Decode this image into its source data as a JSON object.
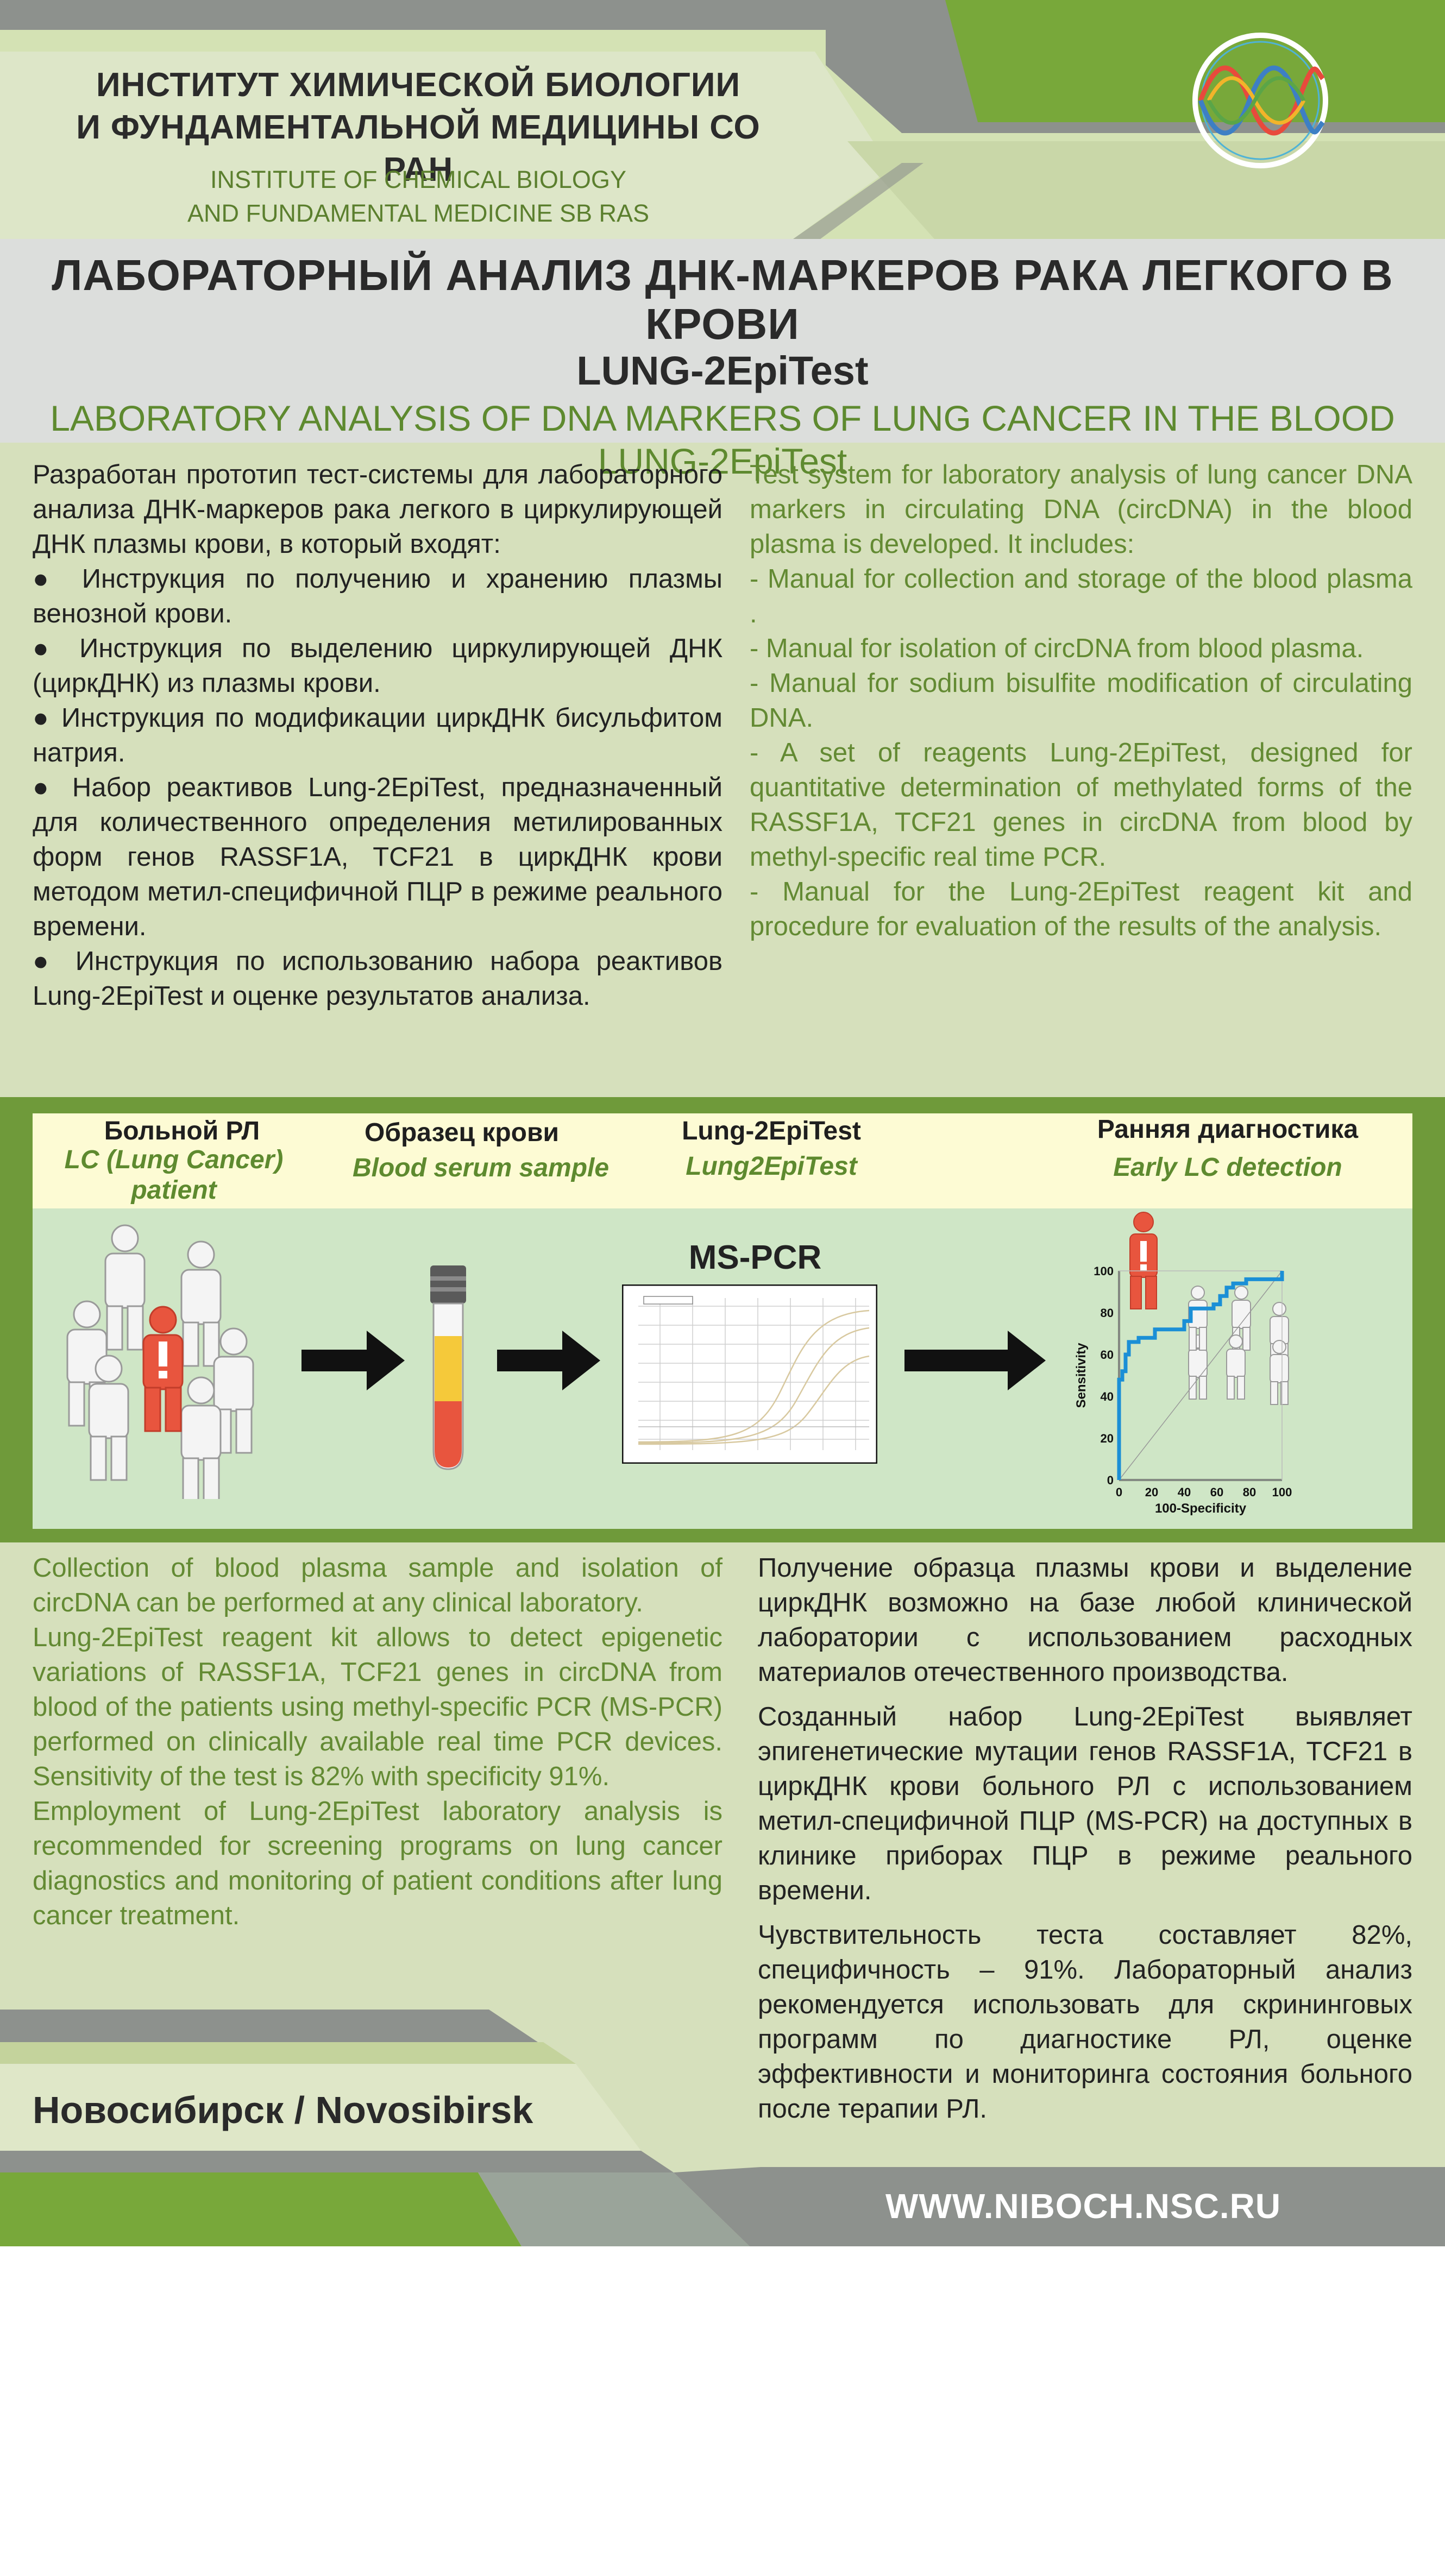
{
  "header": {
    "institute_ru_line1": "ИНСТИТУТ ХИМИЧЕСКОЙ БИОЛОГИИ",
    "institute_ru_line2": "И ФУНДАМЕНТАЛЬНОЙ МЕДИЦИНЫ СО РАН",
    "institute_en_line1": "INSTITUTE OF CHEMICAL BIOLOGY",
    "institute_en_line2": "AND FUNDAMENTAL MEDICINE SB RAS"
  },
  "title": {
    "ru_line1": "ЛАБОРАТОРНЫЙ АНАЛИЗ ДНК-МАРКЕРОВ РАКА ЛЕГКОГО В КРОВИ",
    "ru_line2": "LUNG-2EpiTest",
    "en_line1": "LABORATORY ANALYSIS OF DNA MARKERS OF LUNG CANCER IN THE BLOOD",
    "en_line2": "LUNG-2EpiTest"
  },
  "intro_ru": {
    "lead": "Разработан прототип тест-системы для лабораторного анализа ДНК-маркеров рака легкого в циркулирующей ДНК плазмы крови, в который входят:",
    "items": [
      "Инструкция по получению и хранению плазмы венозной крови.",
      "Инструкция по выделению циркулирующей ДНК (циркДНК) из плазмы крови.",
      "Инструкция по модификации циркДНК бисульфитом натрия.",
      "Набор реактивов Lung-2EpiTest, предназначенный для количественного определения метилированных форм генов RASSF1A, TCF21 в циркДНК крови методом метил-специфичной ПЦР в режиме реального времени.",
      "Инструкция по использованию набора реактивов Lung-2EpiTest и оценке результатов анализа."
    ]
  },
  "intro_en": {
    "lead": "Test system for laboratory analysis of lung cancer DNA markers in circulating DNA (circDNA) in the blood plasma is developed. It includes:",
    "items": [
      "- Manual for collection and storage of the blood plasma .",
      "- Manual for isolation of circDNA from blood plasma.",
      "- Manual for sodium bisulfite modification of circulating DNA.",
      "- A set of reagents Lung-2EpiTest, designed for quantitative determination of methylated forms of the RASSF1A, TCF21 genes in circDNA from blood by methyl-specific real time PCR.",
      "- Manual for the Lung-2EpiTest reagent kit and procedure for evaluation of the results of the analysis."
    ]
  },
  "infographic": {
    "patient_ru": "Больной РЛ",
    "patient_en": "LC (Lung Cancer) patient",
    "sample_ru": "Образец крови",
    "sample_en": "Blood serum sample",
    "test_ru": "Lung-2EpiTest",
    "test_en": "Lung2EpiTest",
    "diag_ru": "Ранняя диагностика",
    "diag_en": "Early LC detection",
    "pcr_label": "MS-PCR",
    "roc": {
      "type": "line",
      "xlabel": "100-Specificity",
      "ylabel": "Sensitivity",
      "xlim": [
        0,
        100
      ],
      "ylim": [
        0,
        100
      ],
      "x_ticks": [
        "0",
        "20",
        "40",
        "60",
        "80",
        "100"
      ],
      "y_ticks": [
        "0",
        "20",
        "40",
        "60",
        "80",
        "100"
      ],
      "line_color": "#1b8fd6"
    }
  },
  "bottom_en": [
    "Collection of blood plasma sample and isolation of circDNA can be performed at any clinical laboratory.",
    "Lung-2EpiTest reagent kit allows to detect epigenetic variations of RASSF1A, TCF21 genes in circDNA from blood of the patients using methyl-specific PCR (MS-PCR) performed on clinically available real time PCR devices. Sensitivity of the test is 82% with specificity 91%.",
    "Employment of Lung-2EpiTest laboratory analysis is recommended for screening programs on lung cancer diagnostics and monitoring of patient conditions after lung cancer treatment."
  ],
  "bottom_ru": [
    "Получение образца плазмы крови и выделение циркДНК возможно на базе любой клинической лаборатории с использованием расходных материалов отечественного производства.",
    "Созданный набор Lung-2EpiTest выявляет эпигенетические мутации генов RASSF1A, TCF21 в циркДНК крови больного РЛ с использованием метил-специфичной ПЦР (MS-PCR) на доступных в клинике приборах ПЦР в режиме реального времени.",
    "Чувствительность теста составляет 82%, специфичность – 91%. Лабораторный анализ рекомендуется использовать для скрининговых программ по диагностике РЛ, оценке эффективности и мониторинга состояния больного после терапии РЛ."
  ],
  "footer": {
    "city": "Новосибирск / Novosibirsk",
    "website": "WWW.NIBOCH.NSC.RU"
  },
  "colors": {
    "green": "#6f9a3a",
    "green_text": "#638a33",
    "gray": "#8a8d8a",
    "alert_red": "#e8553e"
  }
}
